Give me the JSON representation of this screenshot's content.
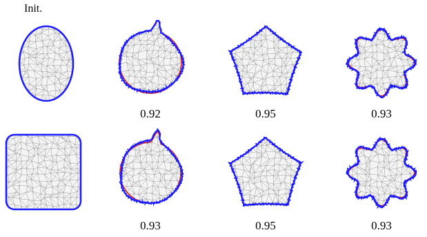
{
  "header": {
    "init_label": "Init."
  },
  "rows": [
    {
      "init_shape": "ellipse",
      "panels": [
        {
          "target_shape": "circle-with-bump",
          "score": "0.92"
        },
        {
          "target_shape": "pentagon",
          "score": "0.95"
        },
        {
          "target_shape": "eight-lobed-star",
          "score": "0.93"
        }
      ]
    },
    {
      "init_shape": "rounded-square",
      "panels": [
        {
          "target_shape": "circle-with-bump",
          "score": "0.93"
        },
        {
          "target_shape": "pentagon",
          "score": "0.95"
        },
        {
          "target_shape": "eight-lobed-star",
          "score": "0.93"
        }
      ]
    }
  ],
  "colors": {
    "result_curve": "#1a1aff",
    "target_curve": "#d62020",
    "mesh_edges": "#8c8c8c"
  }
}
